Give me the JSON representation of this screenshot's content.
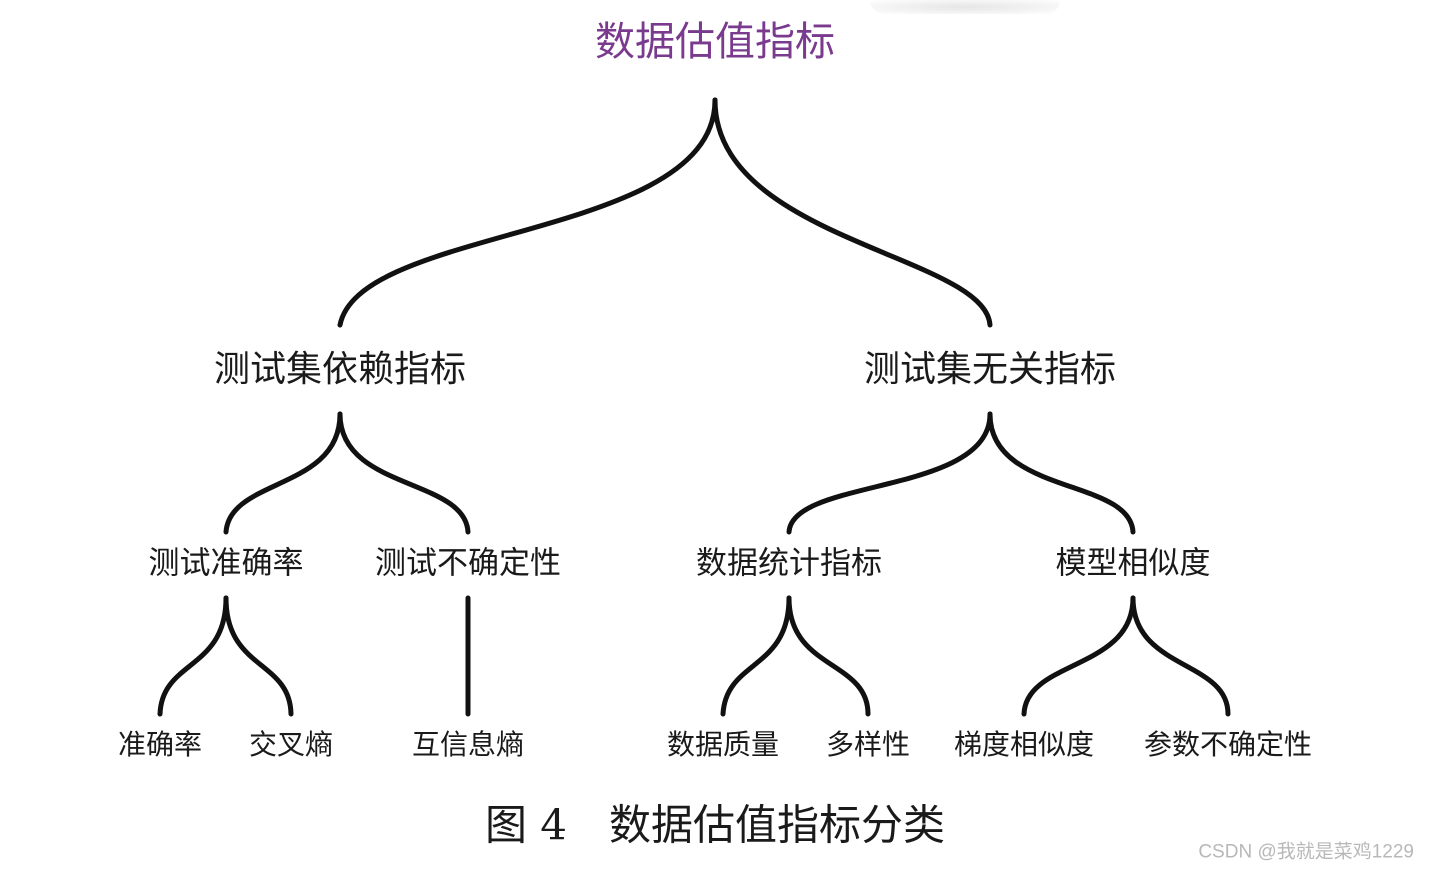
{
  "root": {
    "label": "数据估值指标",
    "color": "#7a3a8e"
  },
  "level1": [
    {
      "label": "测试集依赖指标"
    },
    {
      "label": "测试集无关指标"
    }
  ],
  "level2": [
    {
      "label": "测试准确率"
    },
    {
      "label": "测试不确定性"
    },
    {
      "label": "数据统计指标"
    },
    {
      "label": "模型相似度"
    }
  ],
  "level3": [
    {
      "label": "准确率"
    },
    {
      "label": "交叉熵"
    },
    {
      "label": "互信息熵"
    },
    {
      "label": "数据质量"
    },
    {
      "label": "多样性"
    },
    {
      "label": "梯度相似度"
    },
    {
      "label": "参数不确定性"
    }
  ],
  "caption": {
    "figure_no": "图 4",
    "title": "数据估值指标分类"
  },
  "watermark": "CSDN @我就是菜鸡1229",
  "line_color": "#111111"
}
